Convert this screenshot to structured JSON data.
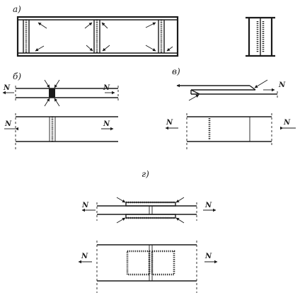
{
  "labels": {
    "a": "а)",
    "b": "б)",
    "v": "в)",
    "g": "г)"
  },
  "force": "N"
}
